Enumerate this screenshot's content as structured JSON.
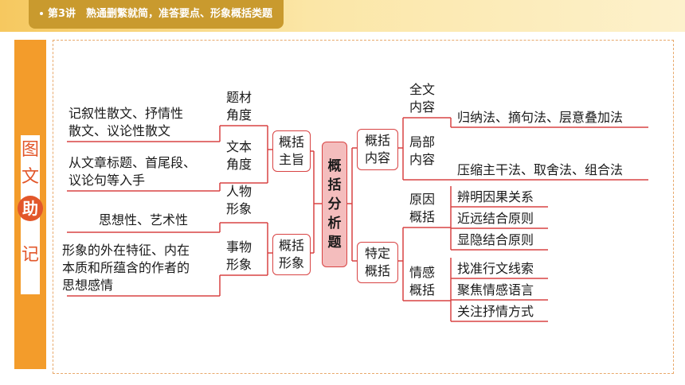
{
  "header": {
    "title": "第3讲　熟通删繁就简，准答要点、形象概括类题"
  },
  "sidebar": {
    "chars": [
      "图",
      "文",
      "助",
      "记"
    ]
  },
  "center": {
    "label": "概括分析题"
  },
  "left": {
    "zhuzhi": {
      "label": "概括\n主旨"
    },
    "xingxiang": {
      "label": "概括\n形象"
    },
    "ticai": "题材\n角度",
    "wenben": "文本\n角度",
    "renwu": "人物\n形象",
    "shiwu": "事物\n形象",
    "leaf1": "记叙性散文、抒情性\n散文、议论性散文",
    "leaf2": "从文章标题、首尾段、\n议论句等入手",
    "leaf3": "思想性、艺术性",
    "leaf4": "形象的外在特征、内在\n本质和所蕴含的作者的\n思想感情"
  },
  "right": {
    "neirong": {
      "label": "概括\n内容"
    },
    "teding": {
      "label": "特定\n概括"
    },
    "quanwen": "全文\n内容",
    "jubu": "局部\n内容",
    "yuanyin": "原因\n概括",
    "qinggan": "情感\n概括",
    "m1": "归纳法、摘句法、层意叠加法",
    "m2": "压缩主干法、取舍法、组合法",
    "r1": "辨明因果关系",
    "r2": "近远结合原则",
    "r3": "显隐结合原则",
    "e1": "找准行文线索",
    "e2": "聚焦情感语言",
    "e3": "关注抒情方式"
  }
}
